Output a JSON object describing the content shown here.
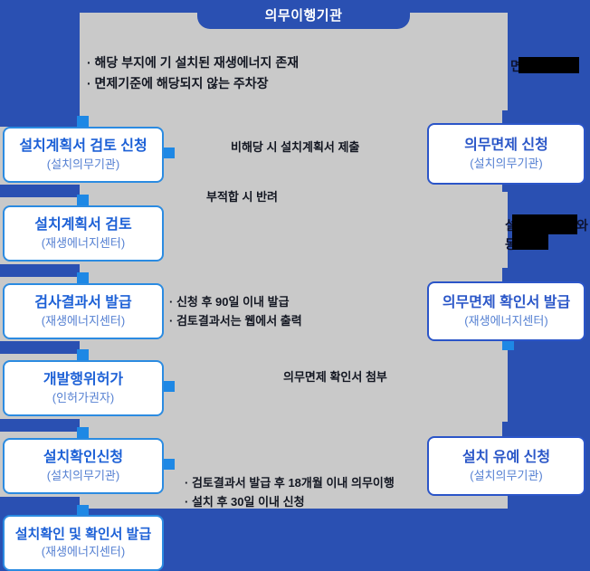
{
  "header": {
    "title": "의무이행기관"
  },
  "left_flow": [
    {
      "title": "설치계획서 검토 신청",
      "subtitle": "(설치의무기관)"
    },
    {
      "title": "설치계획서 검토",
      "subtitle": "(재생에너지센터)"
    },
    {
      "title": "검사결과서 발급",
      "subtitle": "(재생에너지센터)"
    },
    {
      "title": "개발행위허가",
      "subtitle": "(인허가권자)"
    },
    {
      "title": "설치확인신청",
      "subtitle": "(설치의무기관)"
    },
    {
      "title": "설치확인 및 확인서 발급",
      "subtitle": "(재생에너지센터)"
    }
  ],
  "right_flow": [
    {
      "title": "의무면제 신청",
      "subtitle": "(설치의무기관)"
    },
    {
      "title": "의무면제 확인서 발급",
      "subtitle": "(재생에너지센터)"
    },
    {
      "title": "설치 유예 신청",
      "subtitle": "(설치의무기관)"
    }
  ],
  "notes": {
    "site_bullet_1": "· 해당 부지에 기 설치된 재생에너지 존재",
    "site_bullet_2": "· 면제기준에 해당되지 않는 주차장",
    "submit_note": "비해당 시 설치계획서 제출",
    "reject_note": "부적합 시 반려",
    "issue_bullet_1": "· 신청 후 90일 이내 발급",
    "issue_bullet_2": "· 검토결과서는 웹에서 출력",
    "attach_note": "의무면제 확인서 첨부",
    "deadline_bullet_1": "· 검토결과서 발급 후 18개월 이내 의무이행",
    "deadline_bullet_2": "· 설치 후 30일 이내 신청"
  },
  "redactions": {
    "top_prefix": "면",
    "mid_line1_prefix": "설",
    "mid_line1_suffix": "와",
    "mid_line2_prefix": "동"
  },
  "colors": {
    "background_blue": "#2a50b2",
    "panel_gray": "#c9c9c9",
    "connector_bright_blue": "#1e88e5",
    "left_box_border": "#2b8be1",
    "right_box_border": "#2b55c8",
    "box_title_blue": "#1c60d6",
    "box_subtitle_blue": "#5580d2",
    "note_text": "#131722",
    "redaction_black": "#000000"
  }
}
